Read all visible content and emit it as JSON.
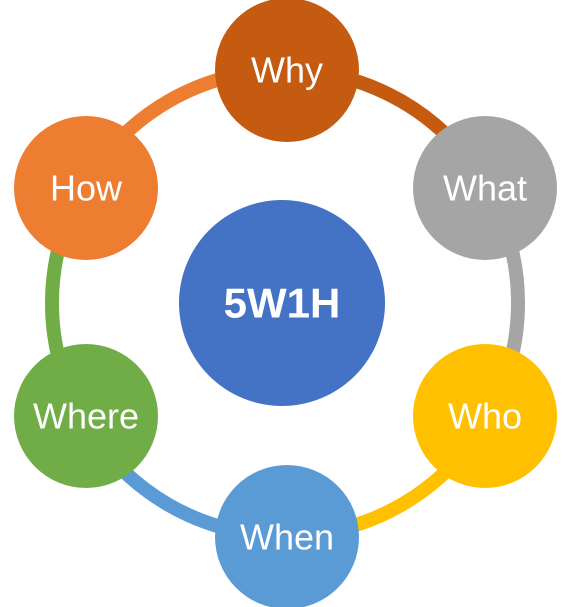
{
  "center": {
    "label": "5W1H",
    "color": "#4472C4"
  },
  "nodes": [
    {
      "id": "why",
      "label": "Why",
      "color": "#C55A11",
      "connector_color": "#C55A11"
    },
    {
      "id": "what",
      "label": "What",
      "color": "#A5A5A5",
      "connector_color": "#A5A5A5"
    },
    {
      "id": "who",
      "label": "Who",
      "color": "#FFC000",
      "connector_color": "#FFC000"
    },
    {
      "id": "when",
      "label": "When",
      "color": "#5B9BD5",
      "connector_color": "#5B9BD5"
    },
    {
      "id": "where",
      "label": "Where",
      "color": "#70AD47",
      "connector_color": "#70AD47"
    },
    {
      "id": "how",
      "label": "How",
      "color": "#ED7D31",
      "connector_color": "#ED7D31"
    }
  ]
}
